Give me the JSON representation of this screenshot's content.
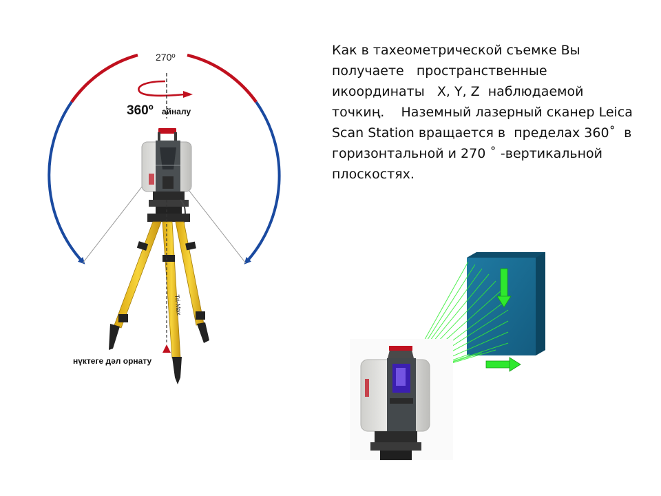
{
  "slide": {
    "description_lines": [
      "Как в тахеометрической съемке Вы",
      "получаете   пространственные",
      "икоординаты   X, Y, Z  наблюдаемой",
      "точкиң.    Наземный лазерный сканер Leica",
      "Scan Station вращается в  пределах 360˚  в",
      "горизонтальной и 270 ˚ -вертикальной",
      "плоскостях."
    ]
  },
  "diagram": {
    "vertical_angle_label": "270º",
    "horizontal_angle_label": "360º",
    "rotation_label": "айналу",
    "setup_label": "нүктеге дәл орнату",
    "tripod_brand": "Tri-Max"
  },
  "colors": {
    "vertical_arc_top": "#c0101e",
    "vertical_arc_sides": "#1a4aa0",
    "tripod_legs": "#f2c21c",
    "scanner_body": "#e6e6e4",
    "target_panel": "#1a6f95",
    "laser_beams": "#33ee33",
    "motion_arrows": "#2ee82e"
  },
  "icons": [
    "rotation-arrow-icon",
    "plumb-point-icon",
    "down-arrow-icon",
    "right-arrow-icon"
  ]
}
